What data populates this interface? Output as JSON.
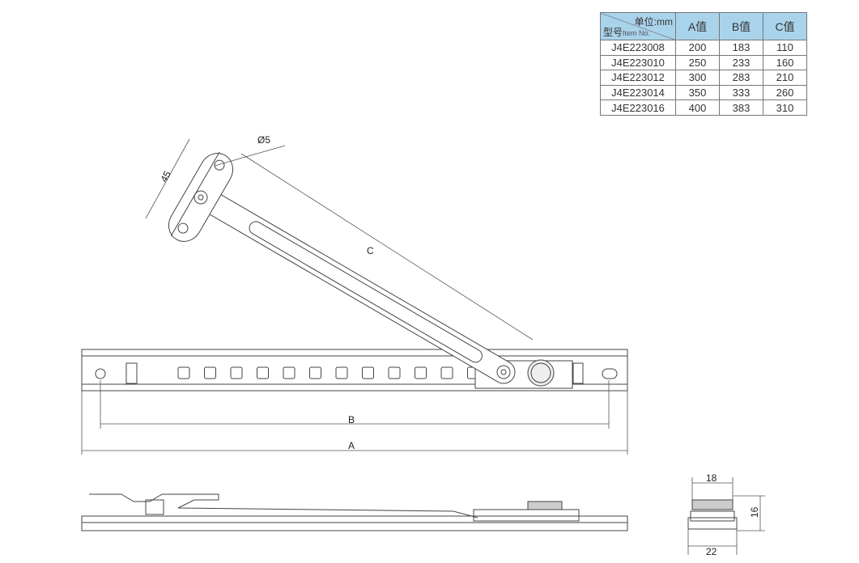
{
  "table": {
    "unit_label": "单位:mm",
    "model_label": "型号",
    "item_no_label": "Item No.",
    "headers": [
      "A值",
      "B值",
      "C值"
    ],
    "rows": [
      [
        "J4E223008",
        "200",
        "183",
        "110"
      ],
      [
        "J4E223010",
        "250",
        "233",
        "160"
      ],
      [
        "J4E223012",
        "300",
        "283",
        "210"
      ],
      [
        "J4E223014",
        "350",
        "333",
        "260"
      ],
      [
        "J4E223016",
        "400",
        "383",
        "310"
      ]
    ]
  },
  "dimensions": {
    "hole": "Ø5",
    "bracket": "45",
    "c": "C",
    "b": "B",
    "a": "A",
    "end_top": "18",
    "end_height": "16",
    "end_bottom": "22"
  }
}
